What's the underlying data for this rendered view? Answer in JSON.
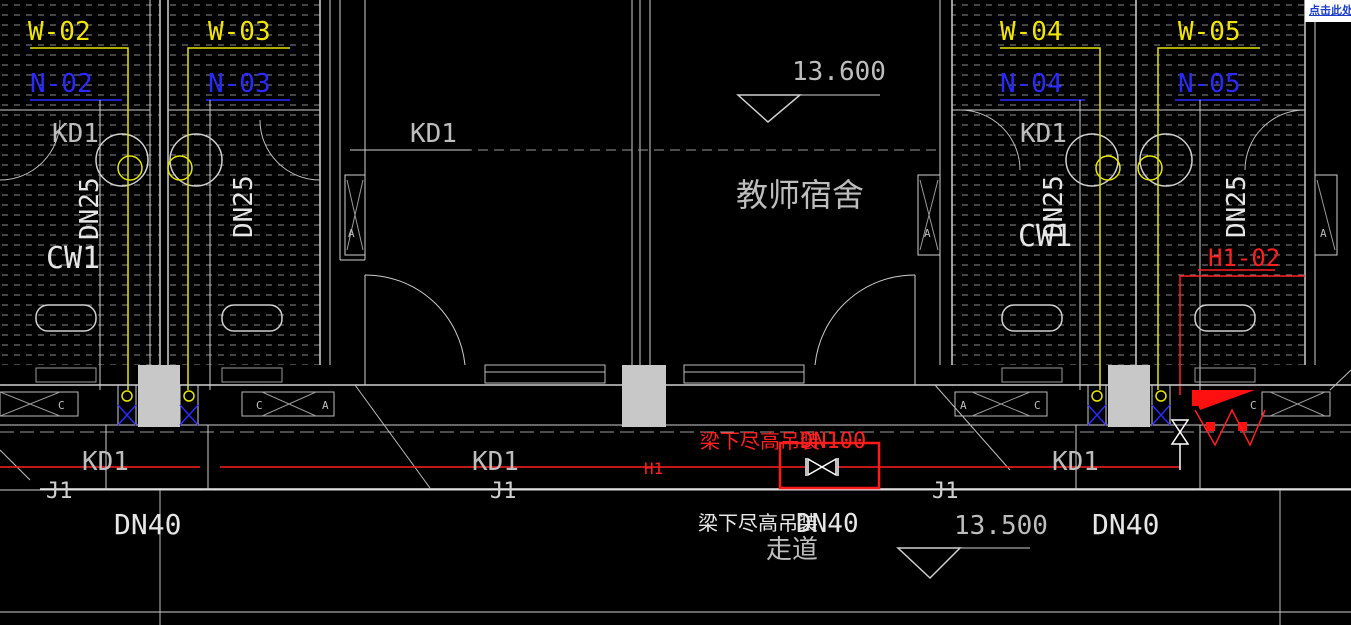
{
  "overlay": {
    "link_text": "点击此处"
  },
  "labels": {
    "w02": "W-02",
    "w03": "W-03",
    "w04": "W-04",
    "w05": "W-05",
    "n02": "N-02",
    "n03": "N-03",
    "n04": "N-04",
    "n05": "N-05",
    "kd1": "KD1",
    "dn25": "DN25",
    "cw1": "CW1",
    "h102": "H1-02",
    "elev_top": "13.600",
    "room_name": "教师宿舍",
    "corridor": "走道",
    "elev_bottom": "13.500",
    "dn40": "DN40",
    "dn100": "DN100",
    "hang_note": "梁下尽高吊装",
    "j1": "J1",
    "h1": "H1",
    "box_a": "A",
    "box_c": "C"
  },
  "colors": {
    "background": "#000000",
    "line": "#d9d9d9",
    "water_supply": "#e6e600",
    "hot_water": "#1e1eff",
    "fire": "#ff0000",
    "column": "#c8c8c8"
  }
}
